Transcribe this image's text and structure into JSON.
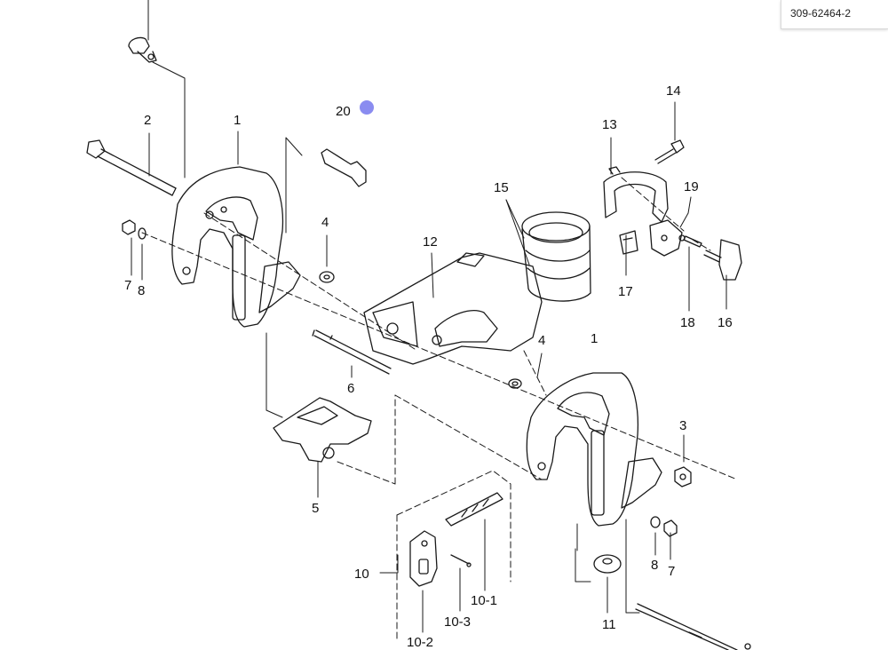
{
  "sheet_ref": "309-62464-2",
  "highlight_color": "#8a8cf0",
  "labels": {
    "p1a": "1",
    "p2": "2",
    "p20": "20",
    "p14": "14",
    "p13": "13",
    "p19": "19",
    "p15": "15",
    "p4a": "4",
    "p12": "12",
    "p7a": "7",
    "p8a": "8",
    "p17": "17",
    "p18": "18",
    "p16": "16",
    "p4b": "4",
    "p1b": "1",
    "p6": "6",
    "p3": "3",
    "p5": "5",
    "p10": "10",
    "p10_1": "10-1",
    "p10_2": "10-2",
    "p10_3": "10-3",
    "p8b": "8",
    "p7b": "7",
    "p11": "11"
  }
}
